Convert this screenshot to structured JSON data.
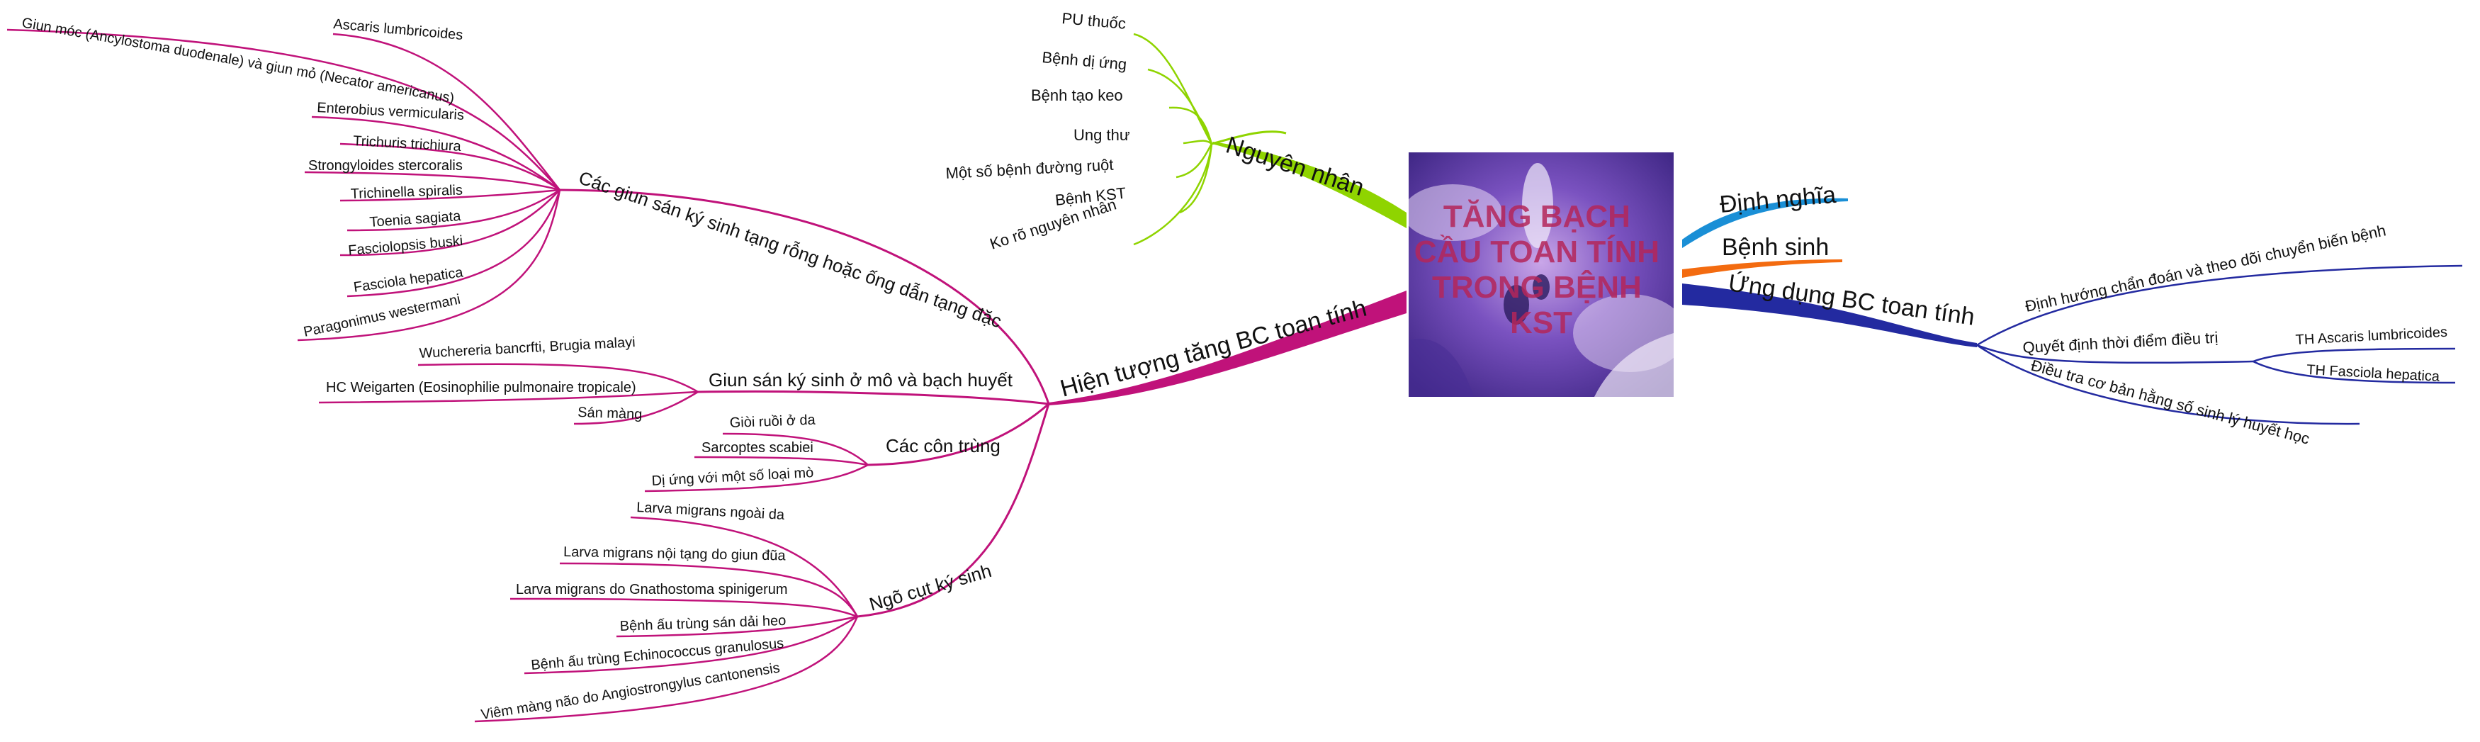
{
  "central": {
    "title_lines": [
      "TĂNG BẠCH",
      "CẦU TOAN TÍNH",
      "TRONG BỆNH",
      "KST"
    ]
  },
  "colors": {
    "hien_tuong": "#c0127a",
    "nguyen_nhan": "#8fd400",
    "dinh_nghia": "#1a8fd6",
    "benh_sinh": "#f36b10",
    "ung_dung": "#232aa0",
    "central_text": "#b4265a",
    "image_base": "#5a3fa6"
  },
  "branches": {
    "nguyen_nhan": {
      "label": "Nguyên nhân",
      "items": [
        "PU thuốc",
        "Bệnh dị ứng",
        "Bệnh tạo keo",
        "Ung thư",
        "Một số bệnh đường ruột",
        "Bệnh KST",
        "Ko rõ nguyên nhân"
      ]
    },
    "dinh_nghia": {
      "label": "Định nghĩa"
    },
    "benh_sinh": {
      "label": "Bệnh sinh"
    },
    "ung_dung": {
      "label": "Ứng dụng BC toan tính",
      "items": [
        {
          "label": "Định hướng chẩn đoán và theo dõi chuyển biến bệnh"
        },
        {
          "label": "Quyết định thời điểm điều trị",
          "children": [
            "TH Ascaris lumbricoides",
            "TH Fasciola hepatica"
          ]
        },
        {
          "label": "Điều tra cơ bản hằng số sinh lý huyết học"
        }
      ]
    },
    "hien_tuong": {
      "label": "Hiện tượng tăng BC toan tính",
      "groups": {
        "rong": {
          "label": "Các giun sán ký sinh tạng rỗng hoặc ống dẫn tạng đặc",
          "items": [
            "Ascaris lumbricoides",
            "Giun móc (Ancylostoma duodenale) và giun mỏ (Necator americanus)",
            "Enterobius vermicularis",
            "Trichuris trichiura",
            "Strongyloides stercoralis",
            "Trichinella spiralis",
            "Toenia sagiata",
            "Fasciolopsis buski",
            "Fasciola hepatica",
            "Paragonimus westermani"
          ]
        },
        "mo": {
          "label": "Giun sán ký sinh ở mô và bạch huyết",
          "items": [
            "Wuchereria bancrfti, Brugia malayi",
            "HC Weigarten (Eosinophilie pulmonaire tropicale)",
            "Sán màng"
          ]
        },
        "con_trung": {
          "label": "Các côn trùng",
          "items": [
            "Giòi ruồi ở da",
            "Sarcoptes scabiei",
            "Dị ứng với một số loại mò"
          ]
        },
        "ngo_cut": {
          "label": "Ngõ cụt ký sinh",
          "items": [
            "Larva migrans ngoài da",
            "Larva migrans nội tạng do giun đũa",
            "Larva migrans do Gnathostoma spinigerum",
            "Bệnh ấu trùng sán dải heo",
            "Bệnh ấu trùng Echinococcus granulosus",
            "Viêm màng não do Angiostrongylus cantonensis"
          ]
        }
      }
    }
  }
}
